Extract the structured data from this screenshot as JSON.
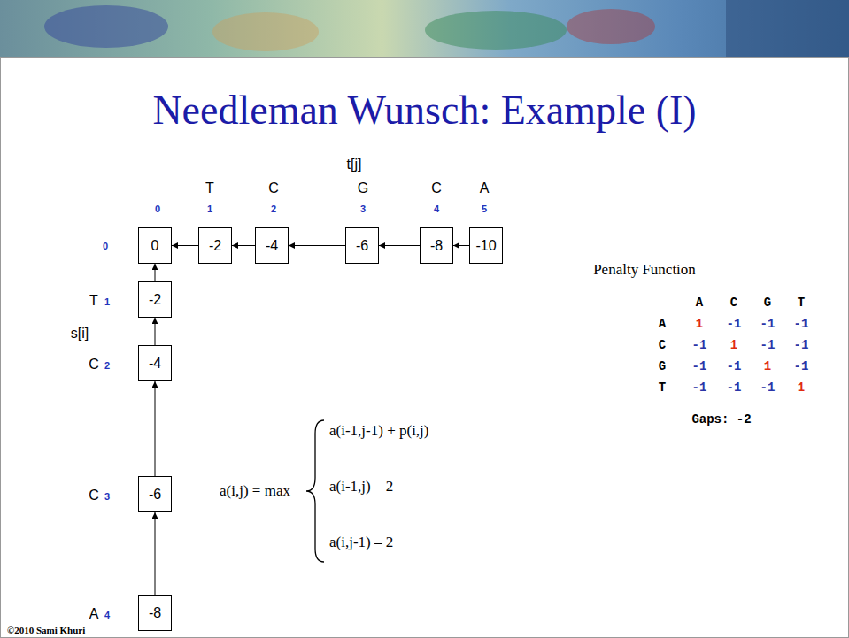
{
  "diagram": {
    "title": "Needleman Wunsch: Example (I)",
    "nodes": [
      {
        "text": [
          "0"
        ]
      },
      {
        "text": [
          "-2"
        ]
      },
      {
        "text": [
          "-4"
        ]
      },
      {
        "text": [
          "-6"
        ]
      },
      {
        "text": [
          "-8"
        ]
      },
      {
        "text": [
          "-10"
        ]
      },
      {
        "text": [
          "-2"
        ]
      },
      {
        "text": [
          "-4"
        ]
      },
      {
        "text": [
          "-6"
        ]
      },
      {
        "text": [
          "-8"
        ]
      }
    ],
    "edges": [
      {
        "from": 1,
        "to": 0,
        "arrow": "to"
      },
      {
        "from": 2,
        "to": 1,
        "arrow": "to"
      },
      {
        "from": 3,
        "to": 2,
        "arrow": "to"
      },
      {
        "from": 4,
        "to": 3,
        "arrow": "to"
      },
      {
        "from": 5,
        "to": 4,
        "arrow": "to"
      },
      {
        "from": 6,
        "to": 0,
        "arrow": "to"
      },
      {
        "from": 7,
        "to": 6,
        "arrow": "to"
      },
      {
        "from": 8,
        "to": 7,
        "arrow": "to"
      },
      {
        "from": 9,
        "to": 8,
        "arrow": "to"
      }
    ],
    "labels": [
      "t[j]",
      "T",
      "C",
      "G",
      "C",
      "A",
      "0",
      "1",
      "2",
      "3",
      "4",
      "5",
      "0",
      "T",
      "1",
      "s[i]",
      "C",
      "2",
      "C",
      "3",
      "A",
      "4",
      "a(i,j) =  max",
      "a(i-1,j-1) + p(i,j)",
      "a(i-1,j) – 2",
      "a(i,j-1) – 2",
      "Penalty Function",
      "A",
      "C",
      "G",
      "T",
      "A",
      "1",
      "-1",
      "-1",
      "-1",
      "C",
      "-1",
      "1",
      "-1",
      "-1",
      "G",
      "-1",
      "-1",
      "1",
      "-1",
      "T",
      "-1",
      "-1",
      "-1",
      "1",
      "Gaps: -2",
      "©2010 Sami Khuri"
    ]
  }
}
